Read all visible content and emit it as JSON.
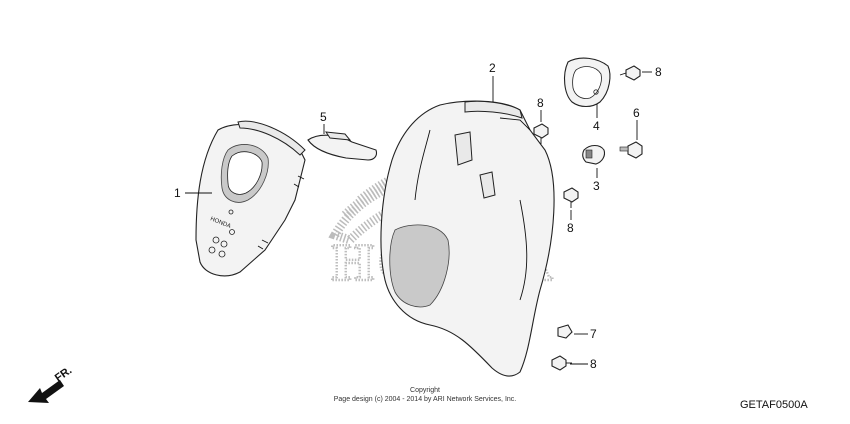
{
  "callouts": {
    "c1": "1",
    "c2": "2",
    "c3": "3",
    "c4": "4",
    "c5": "5",
    "c6": "6",
    "c7": "7",
    "c8a": "8",
    "c8b": "8",
    "c8c": "8",
    "c8d": "8"
  },
  "watermark": {
    "brand": "HONDA"
  },
  "direction": {
    "label": "FR."
  },
  "copyright": {
    "line1": "Copyright",
    "line2": "Page design (c) 2004 - 2014 by ARI Network Services, Inc."
  },
  "diagram_code": "GETAF0500A"
}
